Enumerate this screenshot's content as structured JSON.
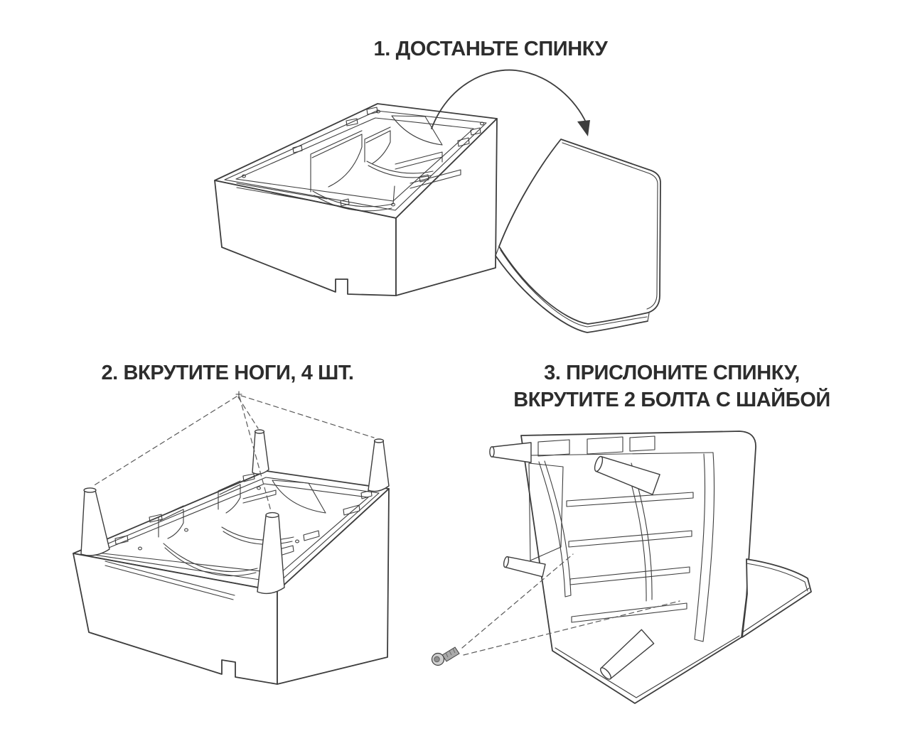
{
  "page": {
    "background": "#ffffff",
    "line_color": "#3d3d3d",
    "text_color": "#2d2d2d"
  },
  "steps": [
    {
      "title_lines": [
        "1. ДОСТАНЬТЕ СПИНКУ"
      ],
      "illustration": "sofa-base-frame-with-backrest-removed"
    },
    {
      "title_lines": [
        "2. ВКРУТИТЕ НОГИ, 4 ШТ."
      ],
      "illustration": "sofa-base-upside-down-with-four-legs"
    },
    {
      "title_lines": [
        "3. ПРИСЛОНИТЕ СПИНКУ,",
        "ВКРУТИТЕ 2 БОЛТА С ШАЙБОЙ"
      ],
      "illustration": "sofa-tilted-backrest-leaning-bolt-with-washer"
    }
  ]
}
